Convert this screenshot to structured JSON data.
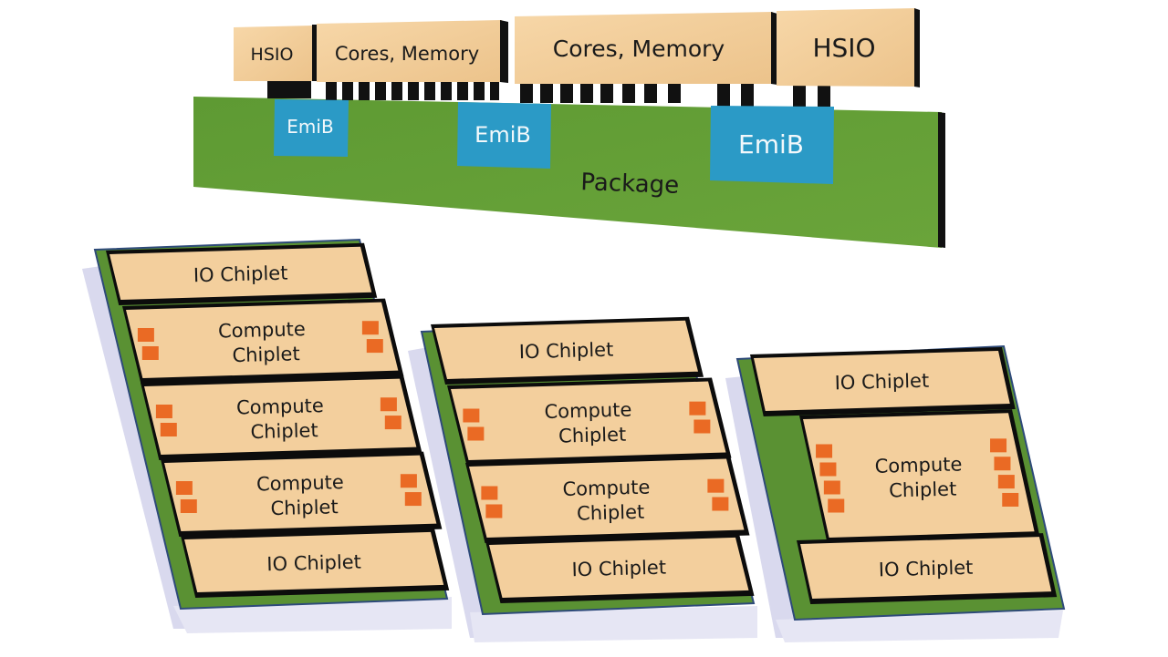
{
  "top_diagram": {
    "dies": [
      {
        "label": "HSIO"
      },
      {
        "label": "Cores, Memory"
      },
      {
        "label": "Cores, Memory"
      },
      {
        "label": "HSIO"
      }
    ],
    "bridges": [
      {
        "label": "EmiB"
      },
      {
        "label": "EmiB"
      },
      {
        "label": "EmiB"
      }
    ],
    "package_label": "Package"
  },
  "bottom_packages": [
    {
      "chiplets": [
        {
          "label": "IO Chiplet",
          "type": "io"
        },
        {
          "line1": "Compute",
          "line2": "Chiplet",
          "type": "compute"
        },
        {
          "line1": "Compute",
          "line2": "Chiplet",
          "type": "compute"
        },
        {
          "line1": "Compute",
          "line2": "Chiplet",
          "type": "compute"
        },
        {
          "label": "IO Chiplet",
          "type": "io"
        }
      ]
    },
    {
      "chiplets": [
        {
          "label": "IO Chiplet",
          "type": "io"
        },
        {
          "line1": "Compute",
          "line2": "Chiplet",
          "type": "compute"
        },
        {
          "line1": "Compute",
          "line2": "Chiplet",
          "type": "compute"
        },
        {
          "label": "IO Chiplet",
          "type": "io"
        }
      ]
    },
    {
      "chiplets": [
        {
          "label": "IO Chiplet",
          "type": "io"
        },
        {
          "line1": "Compute",
          "line2": "Chiplet",
          "type": "compute"
        },
        {
          "label": "IO Chiplet",
          "type": "io"
        }
      ]
    }
  ],
  "colors": {
    "die": "#f3cf9d",
    "package": "#5f9a35",
    "emib": "#2b9ac6",
    "pad": "#ea6a24",
    "bump": "#111111"
  }
}
